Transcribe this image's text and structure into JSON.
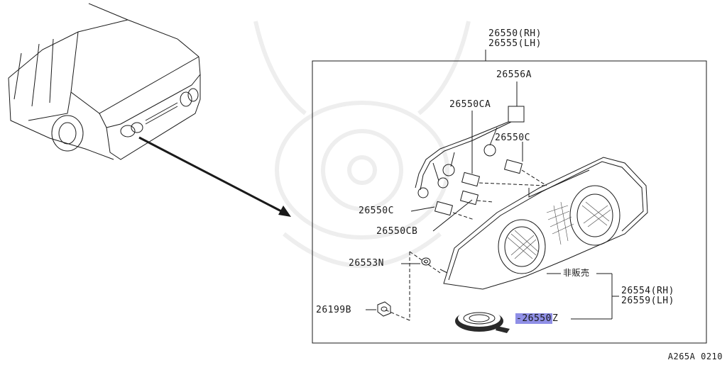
{
  "parts": {
    "assembly_rh": "26550(RH)",
    "assembly_lh": "26555(LH)",
    "harness": "26556A",
    "socket_ca": "26550CA",
    "socket_c_upper": "26550C",
    "socket_c_lower": "26550C",
    "socket_cb": "26550CB",
    "nut_n": "26553N",
    "nut_b": "26199B",
    "not_sold": "非販売",
    "lens_rh": "26554(RH)",
    "lens_lh": "26559(LH)",
    "gasket": "-26550Z"
  },
  "diagram_code": "A265A 0210",
  "colors": {
    "highlight": "#8f8fe6",
    "line": "#1a1a1a",
    "watermark": "#eeeeee"
  }
}
